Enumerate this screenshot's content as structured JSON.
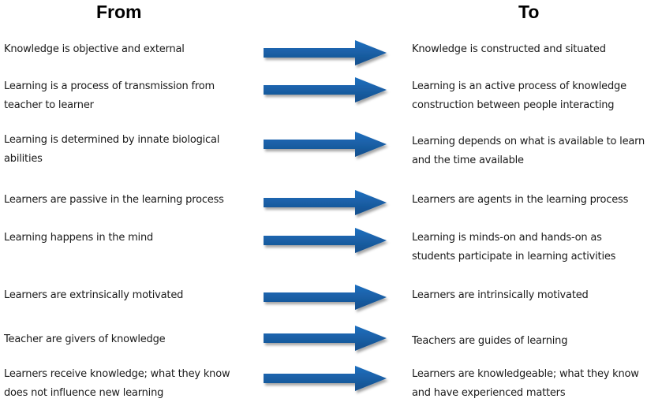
{
  "headings": {
    "from": "From",
    "to": "To"
  },
  "colors": {
    "arrow": "#1f6fbf",
    "arrow_shade": "#154f8c",
    "text": "#1a1a1a"
  },
  "icons": {
    "arrow": "arrow-right-icon"
  },
  "rows": [
    {
      "from": "Knowledge is objective and external",
      "to": "Knowledge is constructed and situated"
    },
    {
      "from": "Learning is a process of transmission from teacher to learner",
      "to": "Learning is an active process of knowledge construction between people interacting"
    },
    {
      "from": "Learning is determined by innate biological abilities",
      "to": "Learning depends on what is available to learn and the time available"
    },
    {
      "from": "Learners are passive in the learning process",
      "to": "Learners are agents in the learning process"
    },
    {
      "from": "Learning happens in the mind",
      "to": "Learning is minds-on and hands-on as students participate in learning activities"
    },
    {
      "from": "Learners are extrinsically motivated",
      "to": "Learners are intrinsically motivated"
    },
    {
      "from": "Teacher are givers of knowledge",
      "to": "Teachers are guides of learning"
    },
    {
      "from": "Learners receive knowledge; what they know does not influence new learning",
      "to": "Learners are knowledgeable; what they know and have experienced matters"
    }
  ]
}
